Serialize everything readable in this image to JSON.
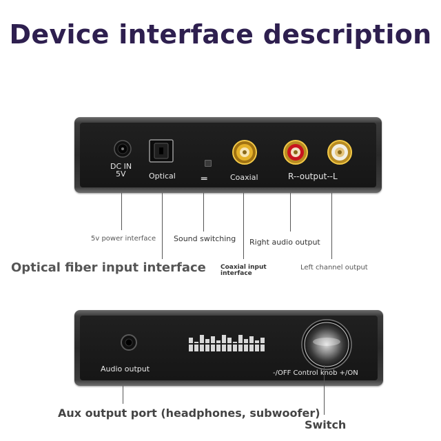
{
  "title": "Device interface description",
  "device_top": {
    "silk": {
      "dc_in": "DC IN",
      "dc_volts": "5V",
      "optical": "Optical",
      "switch_mark": "═",
      "coaxial": "Coaxial",
      "output": "R--output--L"
    }
  },
  "device_bottom": {
    "silk": {
      "audio_output": "Audio output",
      "knob": "-/OFF Control knob +/ON"
    }
  },
  "callouts": {
    "power": "5v power interface",
    "sound_switching": "Sound switching",
    "right_audio": "Right audio output",
    "optical_input": "Optical fiber input interface",
    "coaxial_line1": "Coaxial input",
    "coaxial_line2": "interface",
    "left_channel": "Left channel output",
    "aux": "Aux output port (headphones, subwoofer)",
    "switch": "Switch"
  },
  "colors": {
    "title": "#2e1f4f",
    "coaxial_ring": "#d9a21a",
    "right_red": "#c8141e",
    "left_white": "#f2efe4"
  },
  "icons": [
    "dc-jack-icon",
    "optical-port-icon",
    "switch-button-icon",
    "rca-jack-icon",
    "aux-jack-icon",
    "led-display-icon",
    "volume-knob-icon"
  ]
}
